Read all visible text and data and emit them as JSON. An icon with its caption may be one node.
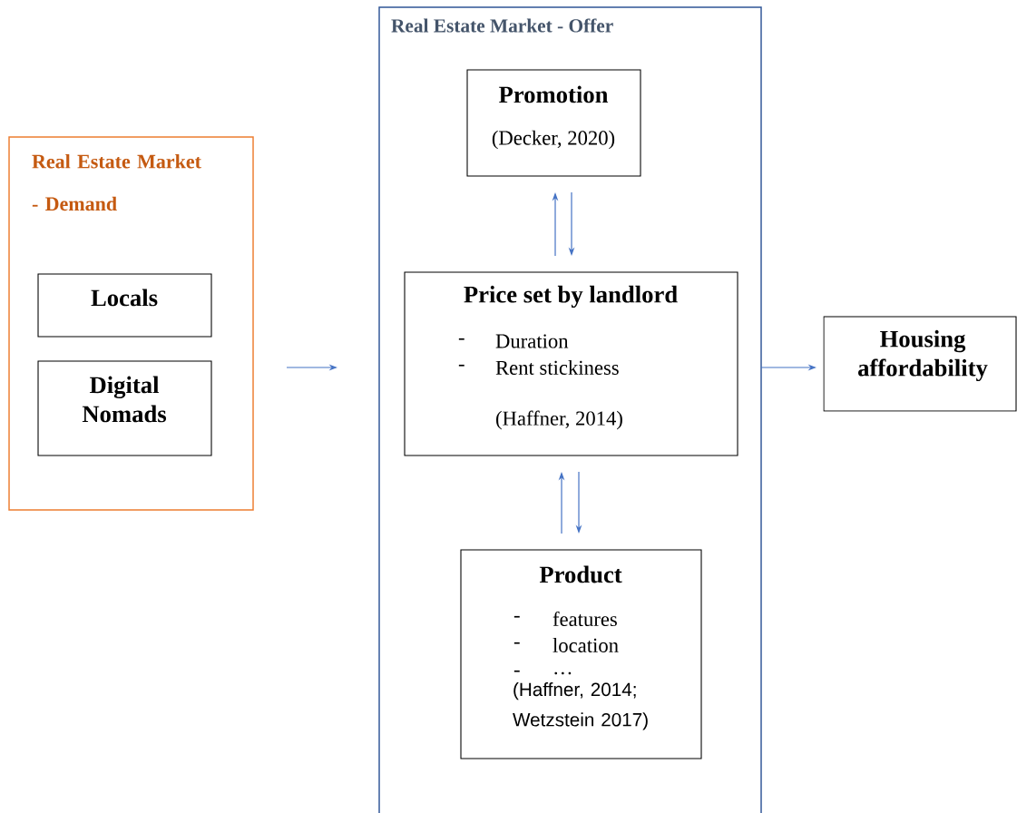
{
  "diagram": {
    "nodes": [
      {
        "text": [
          "Real Estate Market - Demand"
        ]
      },
      {
        "text": [
          "Locals"
        ],
        "in": 0
      },
      {
        "text": [
          "Digital Nomads"
        ],
        "in": 0
      },
      {
        "text": [
          "Real Estate Market - Offer"
        ]
      },
      {
        "text": [
          "Promotion",
          "(Decker, 2020)"
        ],
        "in": 3
      },
      {
        "text": [
          "Price set by landlord",
          "-",
          "Duration",
          "-",
          "Rent stickiness",
          "(Haffner, 2014)"
        ],
        "in": 3
      },
      {
        "text": [
          "Product",
          "-",
          "features",
          "-",
          "location",
          "-",
          "…",
          "(Haffner, 2014; Wetzstein 2017)"
        ],
        "in": 3
      },
      {
        "text": [
          "Housing affordability"
        ]
      }
    ],
    "edges": [
      {
        "from": 0,
        "to": 3,
        "arrow": "to"
      },
      {
        "from": 3,
        "to": 7,
        "arrow": "to"
      },
      {
        "from": 5,
        "to": 4,
        "arrow": "to"
      },
      {
        "from": 4,
        "to": 5,
        "arrow": "to"
      },
      {
        "from": 6,
        "to": 5,
        "arrow": "to"
      },
      {
        "from": 5,
        "to": 6,
        "arrow": "to"
      }
    ]
  }
}
